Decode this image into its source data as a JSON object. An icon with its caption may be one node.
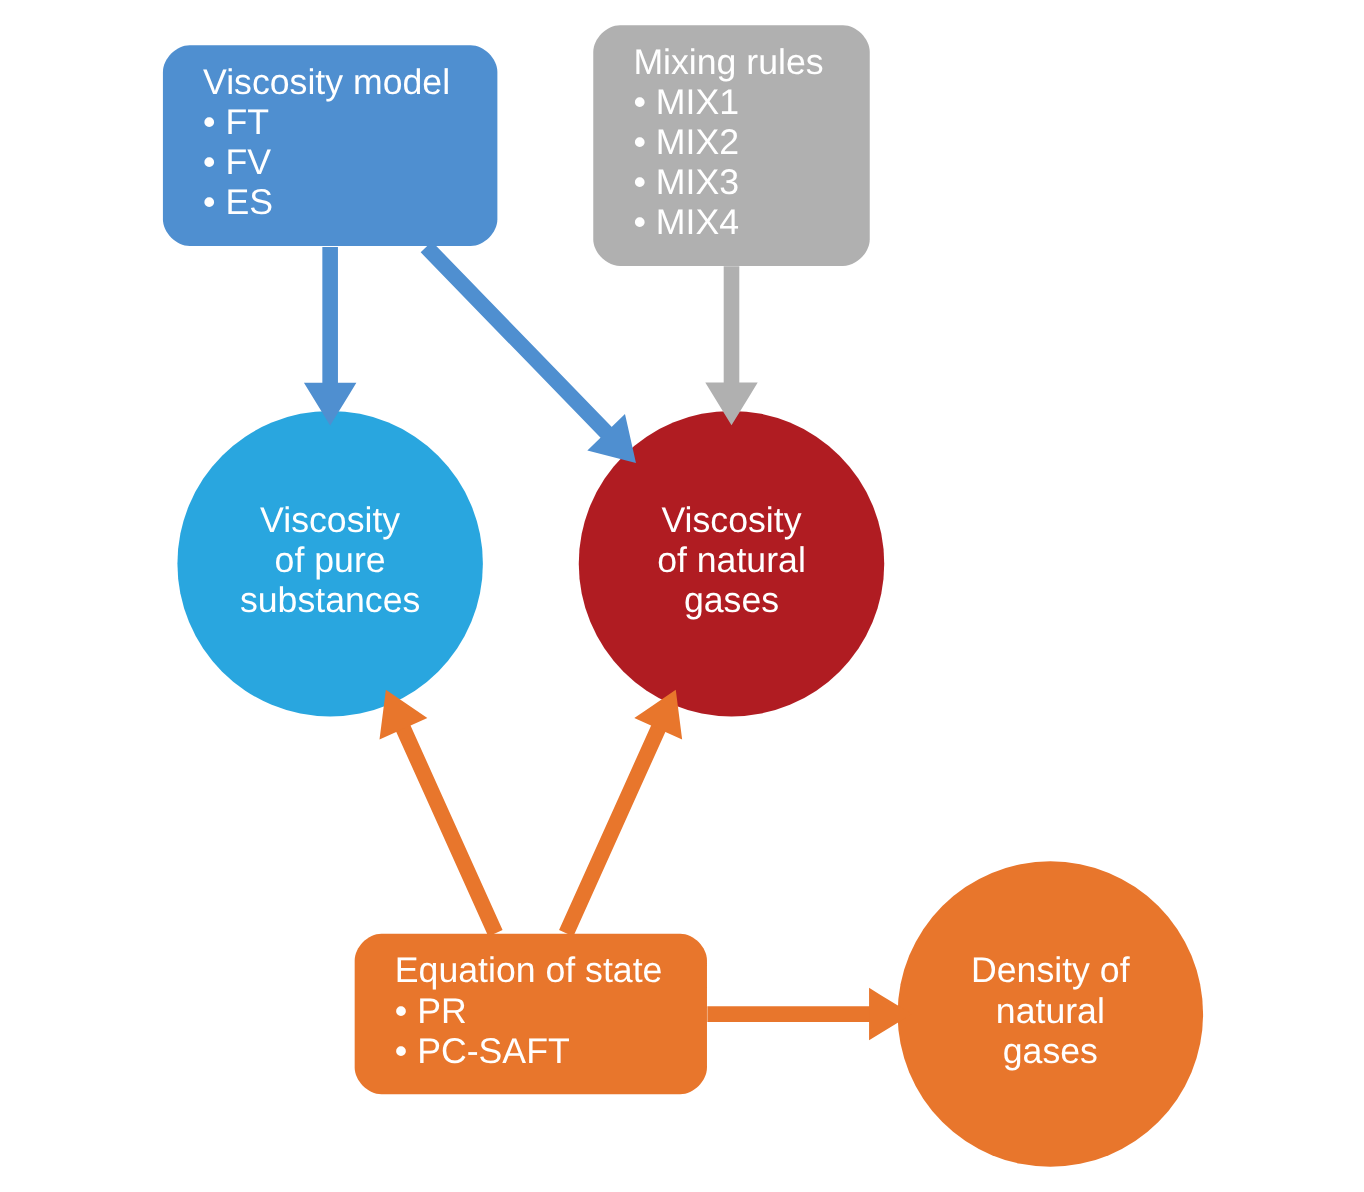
{
  "diagram": {
    "nodes": [
      {
        "text": [
          "Viscosity model",
          "• FT",
          "• FV",
          "• ES"
        ]
      },
      {
        "text": [
          "Mixing rules",
          "• MIX1",
          "• MIX2",
          "• MIX3",
          "• MIX4"
        ]
      },
      {
        "text": [
          "Viscosity of pure substances"
        ]
      },
      {
        "text": [
          "Viscosity of natural gases"
        ]
      },
      {
        "text": [
          "Equation of state",
          "• PR",
          "• PC-SAFT"
        ]
      },
      {
        "text": [
          "Density of natural gases"
        ]
      }
    ],
    "edges": [
      {
        "from": 0,
        "to": 2,
        "arrow": "to",
        "color": "#4f8fd0"
      },
      {
        "from": 0,
        "to": 3,
        "arrow": "to",
        "color": "#4f8fd0"
      },
      {
        "from": 1,
        "to": 3,
        "arrow": "to",
        "color": "#b0b0b0"
      },
      {
        "from": 4,
        "to": 2,
        "arrow": "to"
      },
      {
        "from": 4,
        "to": 3,
        "arrow": "to"
      },
      {
        "from": 4,
        "to": 5,
        "arrow": "to"
      }
    ]
  }
}
